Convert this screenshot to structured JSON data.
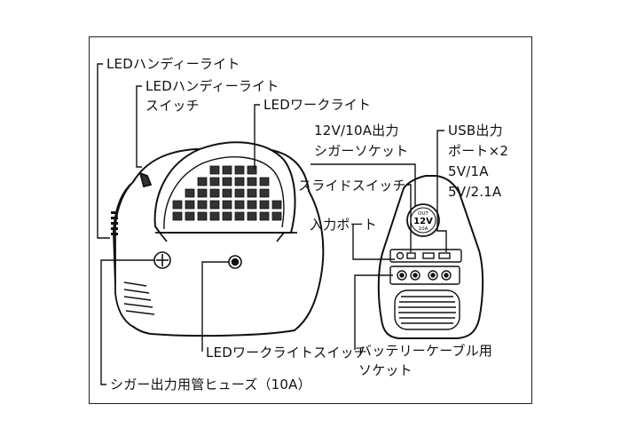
{
  "labels": {
    "led_handy_light": "LEDハンディーライト",
    "led_handy_switch_1": "LEDハンディーライト",
    "led_handy_switch_2": "スイッチ",
    "led_work_light": "LEDワークライト",
    "cigar_socket_1": "12V/10A出力",
    "cigar_socket_2": "シガーソケット",
    "usb_port_1": "USB出力",
    "usb_port_2": "ポート×2",
    "usb_port_3": "5V/1A",
    "usb_port_4": "5V/2.1A",
    "slide_switch": "スライドスイッチ",
    "input_port": "入力ポート",
    "work_light_switch": "LEDワークライトスイッチ",
    "battery_cable_socket_1": "バッテリーケーブル用",
    "battery_cable_socket_2": "ソケット",
    "fuse": "シガー出力用管ヒューズ（10A）"
  },
  "device_markings": {
    "out": "OUT",
    "volt": "12V",
    "amp": "10A"
  }
}
